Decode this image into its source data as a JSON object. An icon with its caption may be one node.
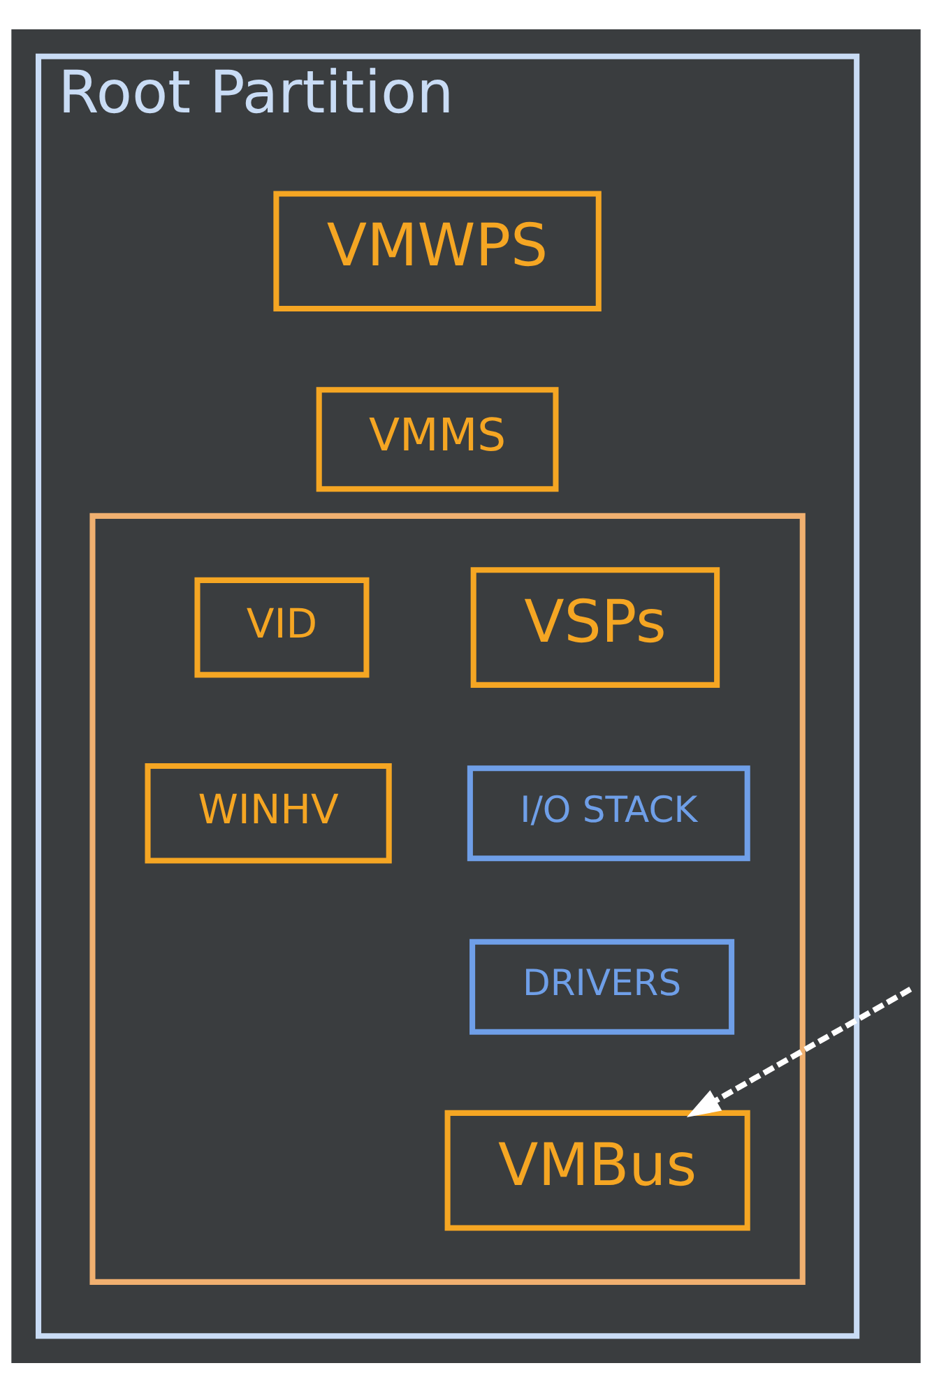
{
  "diagram": {
    "nodes": [
      {
        "text": [
          "Root Partition"
        ]
      },
      {
        "text": [
          "VMWPS"
        ],
        "in": 0
      },
      {
        "text": [
          "VMMS"
        ],
        "in": 0
      },
      {
        "text": [],
        "shape": "box",
        "in": 0
      },
      {
        "text": [
          "VSPs"
        ],
        "in": 3
      },
      {
        "text": [
          "VID"
        ],
        "in": 3
      },
      {
        "text": [
          "I/O STACK"
        ],
        "in": 3
      },
      {
        "text": [
          "WINHV"
        ],
        "in": 3
      },
      {
        "text": [
          "DRIVERS"
        ],
        "in": 3
      },
      {
        "text": [
          "VMBus"
        ],
        "in": 3
      }
    ],
    "edges": [
      {
        "from": null,
        "to": 9,
        "arrow": "to",
        "style": "dashed"
      }
    ]
  }
}
